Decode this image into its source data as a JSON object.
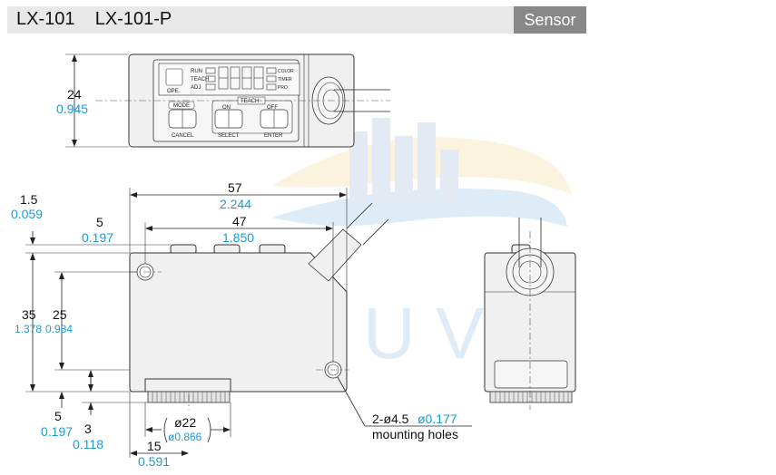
{
  "header": {
    "title": "LX-101    LX-101-P",
    "category": "Sensor"
  },
  "top_view": {
    "height_mm": "24",
    "height_in": "0.945",
    "display": {
      "ope_label": "OPE.",
      "left_indicators": [
        "RUN",
        "TEACH",
        "ADJ"
      ],
      "right_indicators": [
        "COLOR",
        "TIMER",
        "PRO"
      ],
      "teach_label": "TEACH",
      "buttons": [
        {
          "top": "MODE",
          "bottom": "CANCEL"
        },
        {
          "top": "ON",
          "bottom": "SELECT"
        },
        {
          "top": "OFF",
          "bottom": "ENTER"
        }
      ]
    }
  },
  "front_view": {
    "overall_width_mm": "57",
    "overall_width_in": "2.244",
    "hole_pitch_mm": "47",
    "hole_pitch_in": "1.850",
    "top_offset_mm": "1.5",
    "top_offset_in": "0.059",
    "hole_offset_mm": "5",
    "hole_offset_in": "0.197",
    "height_mm": "35",
    "height_in": "1.378",
    "hole_span_mm": "25",
    "hole_span_in": "0.984",
    "bottom_offset_mm": "5",
    "bottom_offset_in": "0.197",
    "base_height_mm": "3",
    "base_height_in": "0.118",
    "base_dia_mm": "ø22",
    "base_dia_in": "ø0.866",
    "base_pos_mm": "15",
    "base_pos_in": "0.591",
    "mounting_holes_spec": "2-ø4.5",
    "mounting_holes_in": "ø0.177",
    "mounting_holes_label": "mounting holes"
  }
}
